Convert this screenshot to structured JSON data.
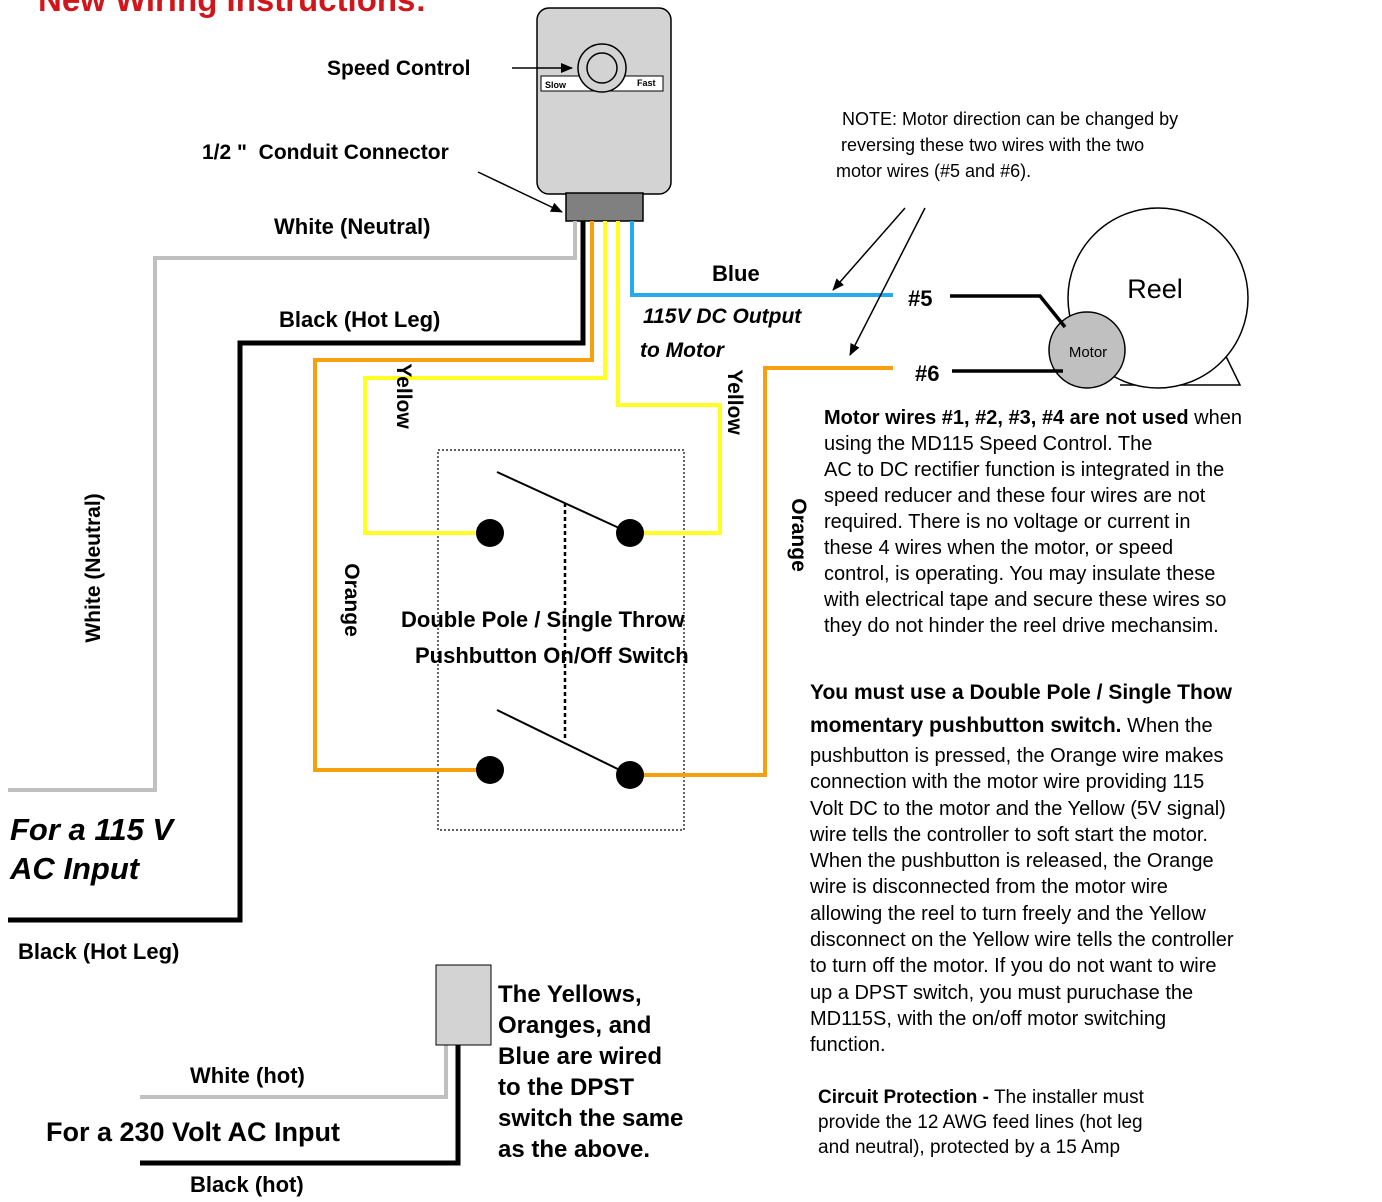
{
  "title": "New Wiring Instructions:",
  "speed_control": {
    "label": "Speed Control",
    "slow": "Slow",
    "fast": "Fast"
  },
  "conduit_label": "1/2 \"  Conduit Connector",
  "wires": {
    "white_neutral_top": "White (Neutral)",
    "white_neutral_side": "White (Neutral)",
    "black_hot_leg_top": "Black (Hot Leg)",
    "black_hot_leg_bottom": "Black (Hot Leg)",
    "blue": "Blue",
    "yellow_left": "Yellow",
    "yellow_right": "Yellow",
    "orange_left": "Orange",
    "orange_right": "Orange",
    "output_line1": "115V DC Output",
    "output_line2": "to Motor"
  },
  "switch_label": [
    "Double Pole / Single Throw",
    "Pushbutton On/Off Switch"
  ],
  "note": [
    "NOTE: Motor direction can be changed by",
    " reversing these two wires with the two",
    "motor wires (#5 and #6)."
  ],
  "motor": {
    "reel": "Reel",
    "motor": "Motor",
    "wire5": "#5",
    "wire6": "#6"
  },
  "input_115": [
    "For a 115 V",
    "AC Input"
  ],
  "input_230": {
    "white_hot": "White (hot)",
    "label": "For a 230 Volt AC Input",
    "black_hot": "Black (hot)",
    "note": [
      "The Yellows,",
      "Oranges, and",
      "Blue are wired",
      "to the DPST",
      "switch the same",
      "as the above."
    ]
  },
  "motor_wires_para": {
    "bold": "Motor wires #1, #2, #3, #4 are not used",
    "first_rest": " when",
    "lines": [
      "using the MD115 Speed Control. The",
      "AC to DC rectifier function is integrated in the",
      "speed reducer and these four wires are not",
      "required. There is no voltage or current in",
      "these 4 wires when the motor, or speed",
      "control, is operating. You may insulate these",
      "with electrical tape and secure these wires so",
      "they do not hinder the reel drive mechansim."
    ]
  },
  "dpst_para": {
    "bold1": "You must use a Double Pole / Single Thow",
    "bold2": "momentary pushbutton switch.",
    "rest2": " When the",
    "lines": [
      "pushbutton is pressed, the Orange wire makes",
      "connection with the motor wire providing 115",
      "Volt DC to the motor and the Yellow (5V signal)",
      "wire tells the controller to soft start the motor.",
      "When the pushbutton is released, the Orange",
      "wire is disconnected from the motor wire",
      "allowing the reel to turn freely and the Yellow",
      "disconnect on the Yellow wire tells the controller",
      "to turn off the motor. If you do not want to wire",
      "up a DPST switch, you must puruchase the",
      "MD115S, with the on/off motor switching",
      "function."
    ]
  },
  "circuit_para": {
    "bold": "Circuit Protection -",
    "first_rest": " The installer must",
    "lines": [
      "provide the 12 AWG feed lines (hot leg",
      "and neutral), protected by a 15 Amp"
    ]
  },
  "colors": {
    "title": "#d0161b",
    "white_wire": "#c0c0c0",
    "black_wire": "#000000",
    "blue_wire": "#25aaf0",
    "yellow_wire": "#ffff22",
    "orange_wire": "#f7a00e",
    "box": "#d3d3d3",
    "motor": "#c0c0c0"
  }
}
